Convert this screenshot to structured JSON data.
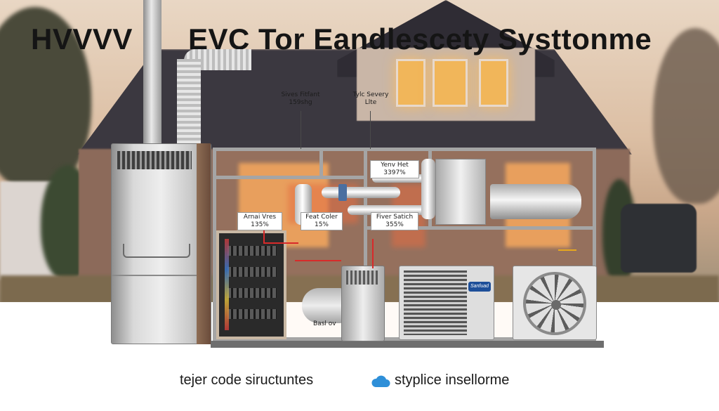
{
  "title": {
    "left": "HVVVV",
    "right": "EVC Tor Eandlescety  Systtonme"
  },
  "labels": {
    "stat": {
      "line1": "Sives Fitfant",
      "line2": "159shg"
    },
    "tyc": {
      "line1": "Tylc Severy",
      "line2": "Llte"
    },
    "very": {
      "line1": "Yenv Het",
      "line2": "3397%"
    },
    "ann": {
      "line1": "Arnai Vres",
      "line2": "135%"
    },
    "feat": {
      "line1": "Feat Coler",
      "line2": "15%"
    },
    "five": {
      "line1": "Fiver Satich",
      "line2": "355%"
    },
    "bas": "Basl ov"
  },
  "brand_badge": "Sanfuad",
  "footer": {
    "left": "tejer code siructuntes",
    "right": "styplice insellorme"
  },
  "icons": {
    "footer": "cloud-icon"
  },
  "colors": {
    "cloud": "#2e8fd8",
    "leader_red": "#d82a2a",
    "brand": "#1e4f99"
  }
}
